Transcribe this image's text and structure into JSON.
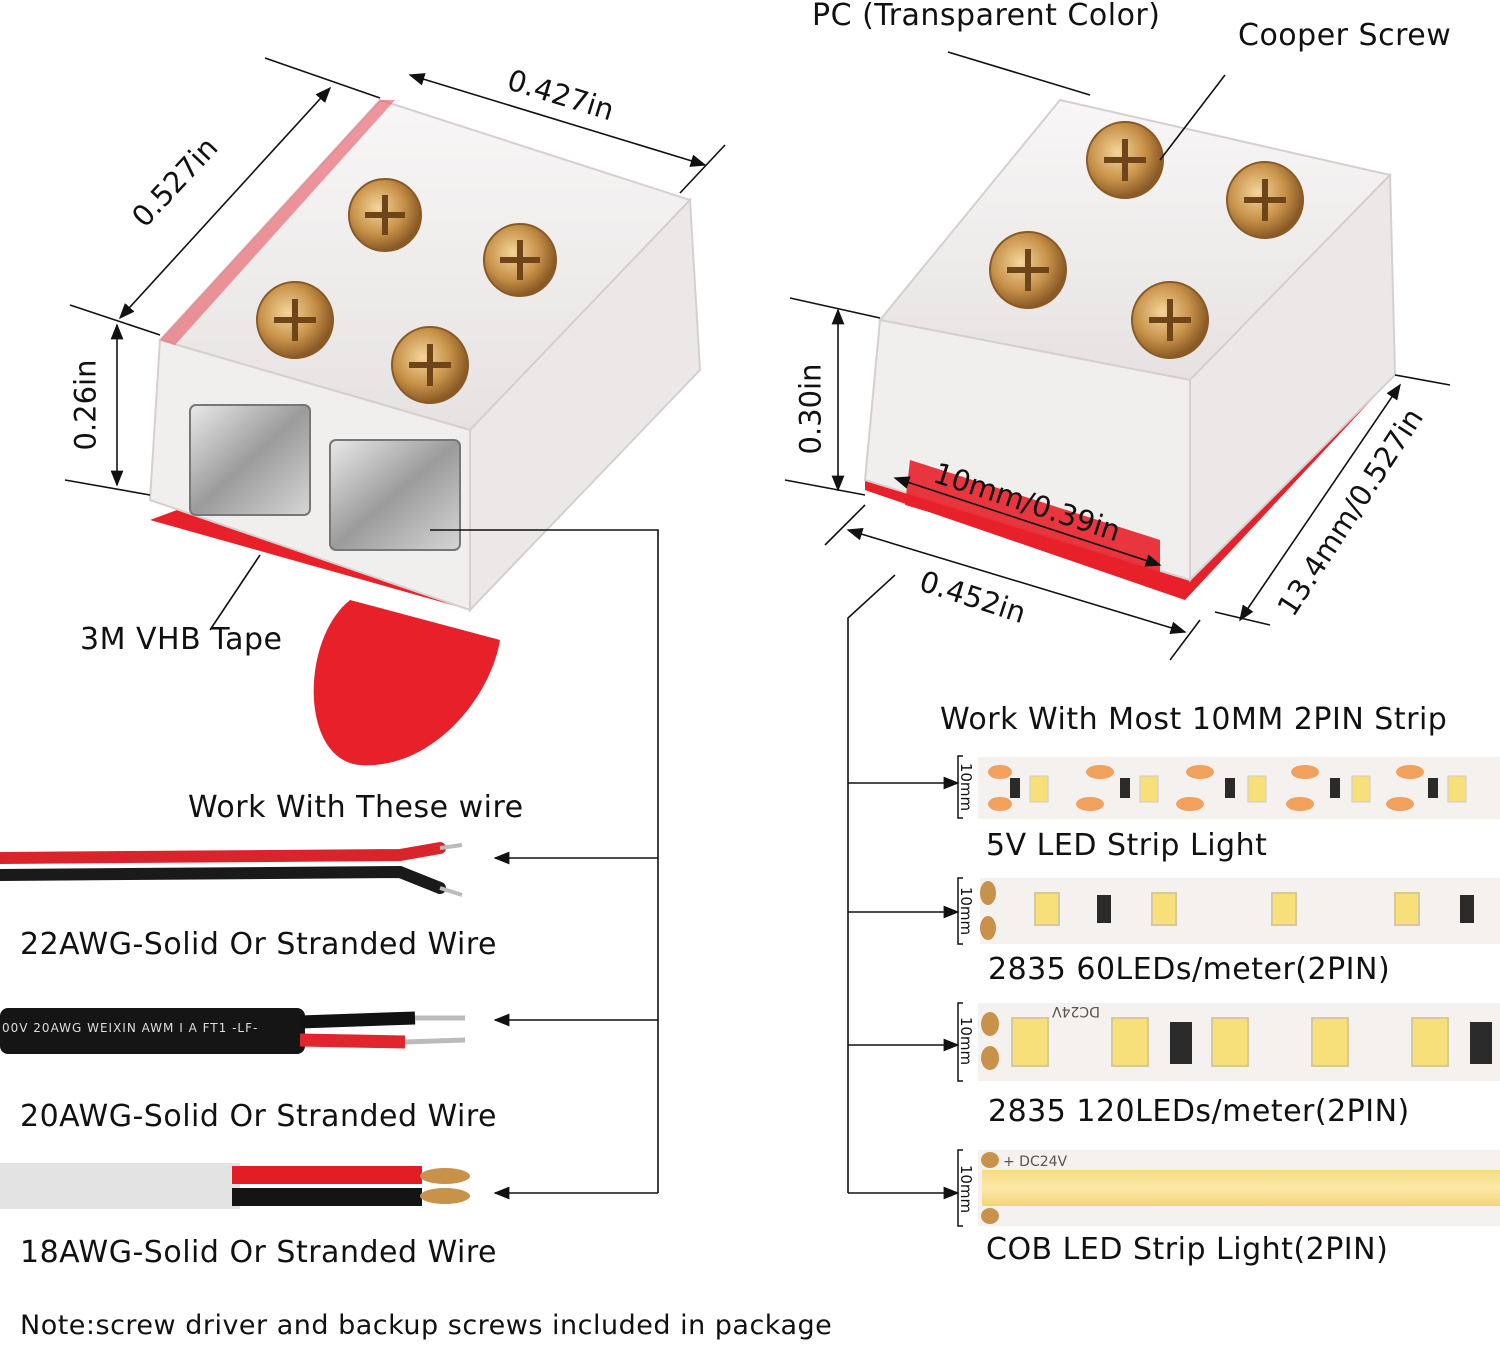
{
  "connector_left": {
    "dims": {
      "length": "0.427in",
      "width": "0.527in",
      "height": "0.26in"
    },
    "tape_label": "3M VHB Tape"
  },
  "connector_right": {
    "material_label": "PC (Transparent Color)",
    "screw_label": "Cooper Screw",
    "dims": {
      "height": "0.30in",
      "inner_width": "10mm/0.39in",
      "outer_width": "0.452in",
      "length": "13.4mm/0.527in"
    }
  },
  "wires": {
    "heading": "Work With These wire",
    "items": [
      {
        "label": "22AWG-Solid Or Stranded Wire"
      },
      {
        "label": "20AWG-Solid Or Stranded Wire",
        "print": "00V 20AWG WEIXIN AWM I A FT1 -LF-"
      },
      {
        "label": "18AWG-Solid Or Stranded Wire"
      }
    ]
  },
  "strips": {
    "heading": "Work With Most 10MM 2PIN Strip",
    "width_mark": "10mm",
    "items": [
      {
        "label": "5V LED Strip Light"
      },
      {
        "label": "2835 60LEDs/meter(2PIN)"
      },
      {
        "label": "2835 120LEDs/meter(2PIN)",
        "print": "DC24V"
      },
      {
        "label": "COB LED Strip Light(2PIN)",
        "print": "+ DC24V"
      }
    ]
  },
  "note": "Note:screw driver and backup screws included in package",
  "colors": {
    "tape_red": "#e8202a",
    "copper": "#c8924a",
    "strip_white": "#f4f1ee",
    "led_yellow": "#f7e07a"
  }
}
